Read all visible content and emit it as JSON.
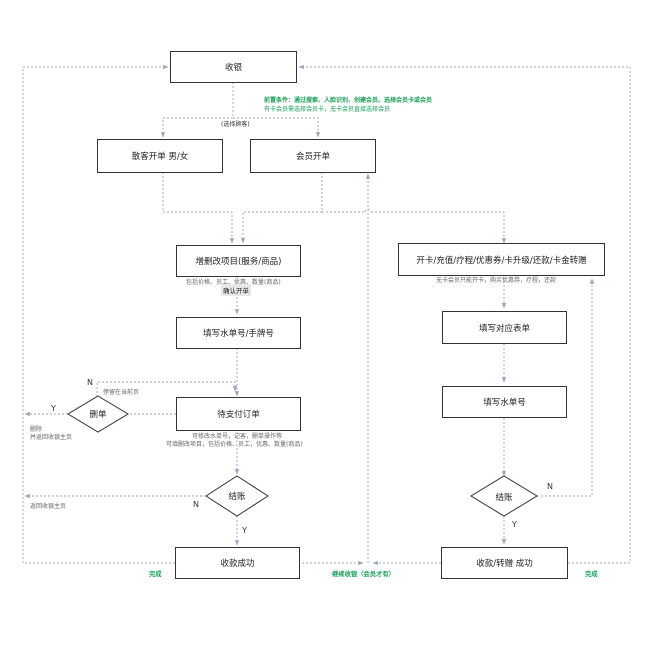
{
  "nodes": {
    "cashier": "收银",
    "walkin_order": "散客开单 男/女",
    "member_order": "会员开单",
    "edit_items": "增删改项目(服务/商品)",
    "fill_number": "填写水单号/手牌号",
    "pending_order": "待支付订单",
    "delete_order": "删单",
    "checkout_left": "结账",
    "pay_success_left": "收款成功",
    "card_ops": "开卡/充值/疗程/优惠券/卡升级/还款/卡金转赠",
    "fill_form": "填写对应表单",
    "fill_number_right": "填写水单号",
    "checkout_right": "结账",
    "pay_success_right": "收款/转赠 成功"
  },
  "labels": {
    "precondition_title": "前置条件：通过搜索、人脸识别、创建会员、选择会员卡或会员",
    "precondition_note": "有卡会员需选择会员卡，无卡会员直接选择会员",
    "choose_walkin": "(选择顾客)",
    "edit_items_note": "包括价格、员工、优惠、数量(商品)",
    "confirm_order": "确认开单",
    "stay_current": "停留在当前页",
    "pending_note_1": "可修改水单号，记客，删单操作等",
    "pending_note_2": "可填删改项目，包括价格、员工，优惠、数量(商品)",
    "delete_note_1": "删除",
    "delete_note_2": "并返回收银主页",
    "return_home": "返回收银主页",
    "card_ops_note": "无卡会员只能开卡，购买优惠券，疗程，还款",
    "done_left": "完成",
    "continue_cashier": "继续收银（会员才有）",
    "done_right": "完成",
    "n_top": "N",
    "y_delete": "Y",
    "n_checkout_left": "N",
    "y_checkout_left": "Y",
    "n_checkout_right": "N",
    "y_checkout_right": "Y"
  },
  "colors": {
    "connector": "#9aa7bb",
    "accent_green": "#1a9f5a",
    "box_border": "#333333"
  }
}
